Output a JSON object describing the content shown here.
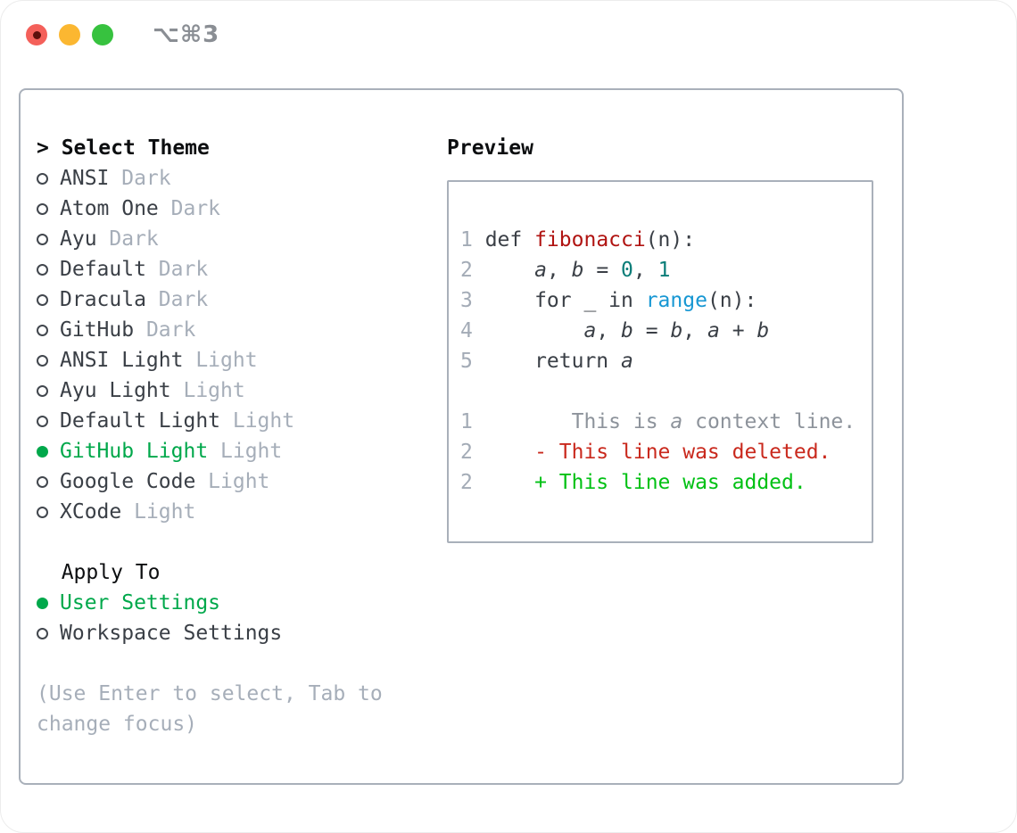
{
  "titlebar": {
    "shortcut": "⌥⌘3",
    "traffic_lights": [
      "close",
      "minimize",
      "zoom"
    ]
  },
  "theme_picker": {
    "header_prefix": "> ",
    "header": "Select Theme",
    "themes": [
      {
        "name": "ANSI",
        "variant": "Dark",
        "selected": false
      },
      {
        "name": "Atom One",
        "variant": "Dark",
        "selected": false
      },
      {
        "name": "Ayu",
        "variant": "Dark",
        "selected": false
      },
      {
        "name": "Default",
        "variant": "Dark",
        "selected": false
      },
      {
        "name": "Dracula",
        "variant": "Dark",
        "selected": false
      },
      {
        "name": "GitHub",
        "variant": "Dark",
        "selected": false
      },
      {
        "name": "ANSI Light",
        "variant": "Light",
        "selected": false
      },
      {
        "name": "Ayu Light",
        "variant": "Light",
        "selected": false
      },
      {
        "name": "Default Light",
        "variant": "Light",
        "selected": false
      },
      {
        "name": "GitHub Light",
        "variant": "Light",
        "selected": true
      },
      {
        "name": "Google Code",
        "variant": "Light",
        "selected": false
      },
      {
        "name": "XCode",
        "variant": "Light",
        "selected": false
      }
    ],
    "apply_to": {
      "header": "Apply To",
      "options": [
        {
          "name": "User Settings",
          "selected": true
        },
        {
          "name": "Workspace Settings",
          "selected": false
        }
      ]
    },
    "hint_lines": [
      "(Use Enter to select, Tab to",
      "change focus)"
    ]
  },
  "preview": {
    "title": "Preview",
    "lines": [
      {
        "number": "1",
        "segments": [
          [
            "def ",
            "plain"
          ],
          [
            "fibonacci",
            "func"
          ],
          [
            "(n):",
            "plain"
          ]
        ]
      },
      {
        "number": "2",
        "segments": [
          [
            "    ",
            "plain"
          ],
          [
            "a",
            "var"
          ],
          [
            ", ",
            "plain"
          ],
          [
            "b",
            "var"
          ],
          [
            " = ",
            "plain"
          ],
          [
            "0",
            "num"
          ],
          [
            ", ",
            "plain"
          ],
          [
            "1",
            "num"
          ]
        ]
      },
      {
        "number": "3",
        "segments": [
          [
            "    for _ in ",
            "plain"
          ],
          [
            "range",
            "builtin"
          ],
          [
            "(n):",
            "plain"
          ]
        ]
      },
      {
        "number": "4",
        "segments": [
          [
            "        ",
            "plain"
          ],
          [
            "a",
            "var"
          ],
          [
            ", ",
            "plain"
          ],
          [
            "b",
            "var"
          ],
          [
            " = ",
            "plain"
          ],
          [
            "b",
            "var"
          ],
          [
            ", ",
            "plain"
          ],
          [
            "a",
            "var"
          ],
          [
            " + ",
            "plain"
          ],
          [
            "b",
            "var"
          ]
        ]
      },
      {
        "number": "5",
        "segments": [
          [
            "    return ",
            "plain"
          ],
          [
            "a",
            "var"
          ]
        ]
      },
      {
        "number": "",
        "segments": []
      },
      {
        "number": "1",
        "segments": [
          [
            "       This is ",
            "context"
          ],
          [
            "a",
            "ctxvar"
          ],
          [
            " context line.",
            "context"
          ]
        ]
      },
      {
        "number": "2",
        "segments": [
          [
            "    - This line was deleted.",
            "del"
          ]
        ]
      },
      {
        "number": "2",
        "segments": [
          [
            "    + This line was added.",
            "add"
          ]
        ]
      }
    ]
  },
  "colors": {
    "accent_green": "#00a84b",
    "added_green": "#00c114",
    "deleted_red": "#c9291d",
    "function_red": "#b01311",
    "number_teal": "#0a7d78",
    "builtin_blue": "#1797d3",
    "text_dark": "#3a3f46",
    "muted_gray": "#a6aeb9",
    "line_number_gray": "#a3abb6",
    "context_gray": "#8d939b",
    "border_gray": "#a9b0ba",
    "header_black": "#0c0e10",
    "traffic_red": "#f4605a",
    "traffic_yellow": "#fbb731",
    "traffic_green": "#37c23f"
  }
}
